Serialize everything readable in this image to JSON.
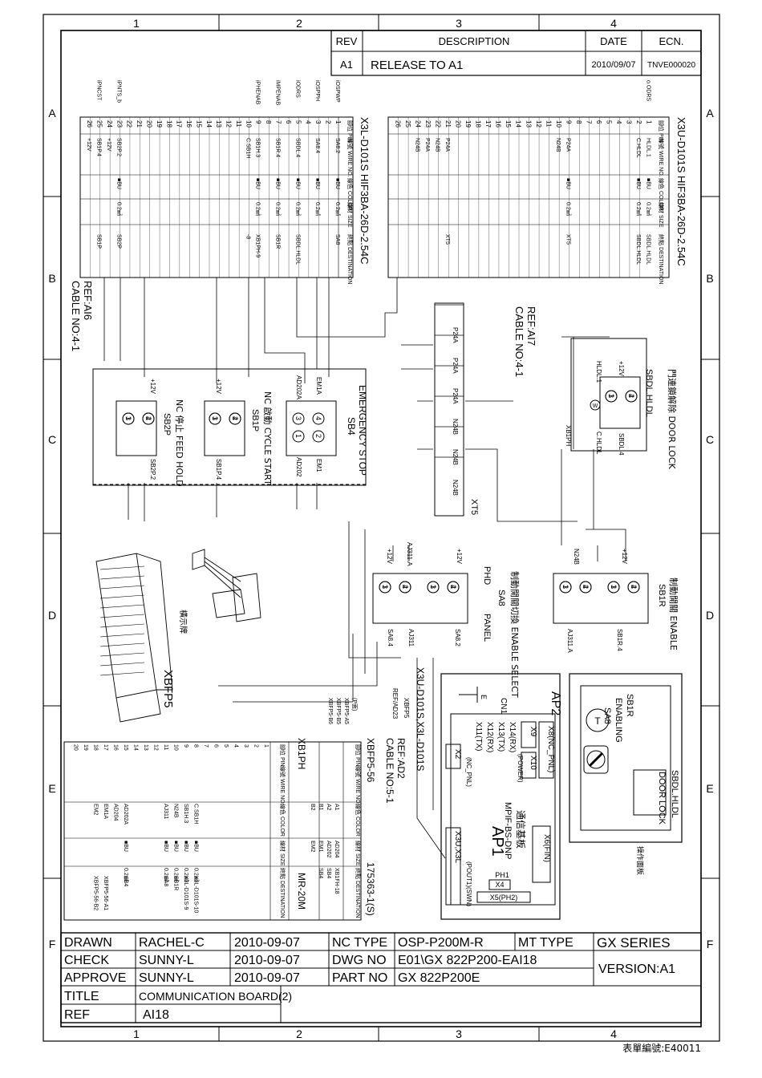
{
  "grid": {
    "cols": [
      "1",
      "2",
      "3",
      "4"
    ],
    "rows": [
      "A",
      "B",
      "C",
      "D",
      "E",
      "F"
    ]
  },
  "revision": {
    "headers": {
      "rev": "REV",
      "description": "DESCRIPTION",
      "date": "DATE",
      "ecn": "ECN."
    },
    "row": {
      "rev": "A1",
      "description": "RELEASE TO A1",
      "date": "2010/09/07",
      "ecn": "TNVE000020"
    }
  },
  "connector_left": {
    "title": "X3L-D101S   HIF3BA-26D-2.54C",
    "headers": [
      "腳位 PIN",
      "線號 WIRE NO.",
      "線色 COLOR",
      "線材 SIZE",
      "終點 DESTINATION"
    ],
    "pins": [
      "1",
      "2",
      "3",
      "4",
      "5",
      "6",
      "7",
      "8",
      "9",
      "10",
      "11",
      "12",
      "13",
      "14",
      "15",
      "16",
      "17",
      "18",
      "19",
      "20",
      "21",
      "22",
      "23",
      "24",
      "25",
      "26"
    ],
    "signals": [
      {
        "pin": "1",
        "name": "iOSPWP",
        "wire": "SA8.2",
        "color": "■BU",
        "size": "0.2㎟",
        "dest": "SA8"
      },
      {
        "pin": "3",
        "name": "iOSPPH",
        "wire": "SA8.4",
        "color": "■BU",
        "size": "0.2㎟",
        "dest": ""
      },
      {
        "pin": "5",
        "name": "iODRS",
        "wire": "SBDL.4",
        "color": "■BU",
        "size": "0.2㎟",
        "dest": "SBDL.HLDL"
      },
      {
        "pin": "7",
        "name": "iMPENAB",
        "wire": "SB1R.4",
        "color": "■BU",
        "size": "0.2㎟",
        "dest": "SB1R"
      },
      {
        "pin": "9",
        "name": "iPHENAB",
        "wire": "SB1H.3",
        "color": "■BU",
        "size": "0.2㎟",
        "dest": "XB1PH-9"
      },
      {
        "pin": "10",
        "name": "",
        "wire": "C.SB1H",
        "color": "",
        "size": "",
        "dest": "-8"
      },
      {
        "pin": "23",
        "name": "iPNTS_b",
        "wire": "SB2P.2",
        "color": "■BU",
        "size": "0.2㎟",
        "dest": "SB2P"
      },
      {
        "pin": "24",
        "name": "",
        "wire": "+12V",
        "color": "",
        "size": "",
        "dest": ""
      },
      {
        "pin": "25",
        "name": "iPNCST",
        "wire": "SB1P.4",
        "color": "",
        "size": "",
        "dest": "SB1P"
      },
      {
        "pin": "26",
        "name": "",
        "wire": "+12V",
        "color": "",
        "size": "",
        "dest": ""
      }
    ],
    "ref": "REF:AI6",
    "cable": "CABLE NO:4-1"
  },
  "connector_right": {
    "title": "X3U-D101S   HIF3BA-26D-2.54C",
    "headers": [
      "腳位 PIN",
      "線號 WIRE NO.",
      "線色 COLOR",
      "線材 SIZE",
      "終點 DESTINATION"
    ],
    "pins": [
      "1",
      "2",
      "3",
      "4",
      "5",
      "6",
      "7",
      "8",
      "9",
      "10",
      "11",
      "12",
      "13",
      "14",
      "15",
      "16",
      "17",
      "18",
      "19",
      "20",
      "21",
      "22",
      "23",
      "24",
      "25",
      "26"
    ],
    "signals": [
      {
        "pin": "1",
        "name": "o.ODRS",
        "wire": "HLDL.1",
        "color": "■BU",
        "size": "0.2㎟",
        "dest": "SBDL.HLDL"
      },
      {
        "pin": "2",
        "name": "",
        "wire": "C.HLDL",
        "color": "■BU",
        "size": "0.2㎟",
        "dest": "SBDL.HLDL"
      },
      {
        "pin": "9",
        "name": "",
        "wire": "P24A",
        "color": "■BU",
        "size": "0.2㎟",
        "dest": "XT5"
      },
      {
        "pin": "10",
        "name": "",
        "wire": "N24B",
        "color": "",
        "size": "",
        "dest": ""
      },
      {
        "pin": "21",
        "name": "",
        "wire": "P24A",
        "color": "",
        "size": "",
        "dest": "XT5"
      },
      {
        "pin": "22",
        "name": "",
        "wire": "N24B",
        "color": "",
        "size": "",
        "dest": ""
      },
      {
        "pin": "23",
        "name": "",
        "wire": "P24A",
        "color": "",
        "size": "",
        "dest": ""
      },
      {
        "pin": "24",
        "name": "",
        "wire": "N24B",
        "color": "",
        "size": "",
        "dest": ""
      }
    ]
  },
  "xt5": {
    "label": "XT5",
    "ref": "REF:AI7",
    "cable": "CABLE NO:4-1",
    "terminals": [
      "P24A",
      "P24A",
      "P24A",
      "N24B",
      "N24B",
      "N24B"
    ]
  },
  "switches": {
    "emergency": {
      "title": "EMERGENCY STOP",
      "tag": "SB4",
      "left_top": "EM1A",
      "left_bot": "AD202A",
      "right_top": "EM1",
      "right_bot": "AD202"
    },
    "cycle_start": {
      "title": "NC 啟動 CYCLE START",
      "tag": "SB1P",
      "left": "+12V",
      "right": "SB1P.4"
    },
    "feed_hold": {
      "title": "NC 停止 FEED HOLD",
      "tag": "SB2P",
      "left": "+12V",
      "right": "SB2P.2"
    },
    "door_lock": {
      "title": "門連鎖解除 DOOR LOCK",
      "tag": "SBDL.HLDL",
      "top": "+12V",
      "left": "HLDL.1",
      "bottom": "C.HLDL",
      "right": "SBDL.4"
    },
    "enable_select": {
      "title": "制動開關切換 ENABLE SELECT",
      "tag": "SA8",
      "phd": "PHD",
      "panel": "PANEL",
      "left": "+12V",
      "aj": "AJ311.A",
      "r1": "SA8.2",
      "r2": "SA8.4",
      "r3": "AJ311"
    },
    "enable": {
      "title": "制動開關 ENABLE",
      "tag": "SB1R",
      "left": "+12V",
      "n24": "N24B",
      "r1": "SB1R.4",
      "r2": "AJ311.A"
    },
    "wire_xb1ph": "XB1PH"
  },
  "contacts": {
    "c1": "1",
    "c2": "2",
    "c3": "3",
    "c4": "4"
  },
  "xbfp5_label": "XBFP5",
  "plug_label": "橫示牌",
  "xbfp5_table": {
    "title": "XBFP5-56",
    "part": "175363-1(S)",
    "headers": [
      "腳位 PIN",
      "線號 WIRE NO.",
      "線色 COLOR",
      "線材 SIZE",
      "終點 DESTINATION"
    ],
    "rows": [
      {
        "pin": "A1",
        "wire": "AD204",
        "color": "",
        "size": "",
        "dest": "XB1FH-18"
      },
      {
        "pin": "A2",
        "wire": "AD202",
        "color": "",
        "size": "",
        "dest": "SB4"
      },
      {
        "pin": "B1",
        "wire": "EM1",
        "color": "",
        "size": "",
        "dest": "SB4"
      },
      {
        "pin": "B2",
        "wire": "EM2",
        "color": "",
        "size": "",
        "dest": ""
      }
    ],
    "side_labels": [
      "(P面)",
      "XBFP5-A5",
      "XBFP5-B5",
      "XBFP5-B6"
    ]
  },
  "xb1ph_table": {
    "title": "XB1PH",
    "part": "MR-20M",
    "pins": [
      "1",
      "2",
      "3",
      "4",
      "5",
      "6",
      "7",
      "8",
      "9",
      "10",
      "11",
      "12",
      "13",
      "14",
      "15",
      "16",
      "17",
      "18",
      "19",
      "20"
    ],
    "rows": [
      {
        "pin": "8",
        "wire": "C.SB1H",
        "color": "■BU",
        "size": "0.2㎟",
        "dest": "X3L-D101S-10"
      },
      {
        "pin": "9",
        "wire": "SB1H.3",
        "color": "■BU",
        "size": "0.2㎟",
        "dest": "X3L-D101S-9"
      },
      {
        "pin": "10",
        "wire": "N24B",
        "color": "■BU",
        "size": "0.2㎟",
        "dest": "SB1R"
      },
      {
        "pin": "11",
        "wire": "AJ311",
        "color": "■BU",
        "size": "0.2㎟",
        "dest": "SA8"
      },
      {
        "pin": "15",
        "wire": "AD202A",
        "color": "■BU",
        "size": "0.2㎟",
        "dest": "SB4"
      },
      {
        "pin": "16",
        "wire": "AD204",
        "color": "",
        "size": "",
        "dest": ""
      },
      {
        "pin": "17",
        "wire": "EM1A",
        "color": "",
        "size": "",
        "dest": "XBFP5-56-A1"
      },
      {
        "pin": "18",
        "wire": "EM2",
        "color": "",
        "size": "",
        "dest": "XBFP5-56-B2"
      }
    ]
  },
  "board": {
    "ref": "REF:AD2",
    "cable": "CABLE NO:5-1",
    "connector_caption": "X3U-D101S,X3L-D101S",
    "ref_lines": [
      "XBFP5",
      "REF/AD23"
    ],
    "ap2": "AP2",
    "cn1": "CN1",
    "ground": "E",
    "x8": "X8(NC_PNL)",
    "x9": "X9",
    "x10": "X10",
    "power": "(POWER)",
    "x14": "X14(RX)",
    "x13": "X13(TX)",
    "x12": "X12(RX)",
    "x11": "X11(TX)",
    "x2": "X2",
    "nc_pnl": "(NC_PNL)",
    "mpif": "MPIF-BS-DNP",
    "cn_name": "通信基板",
    "ap1": "AP1",
    "x6": "X6(FIN)",
    "ph1": "PH1",
    "x4": "X4",
    "x5": "X5(PH2)",
    "x3": "X3U,X3L",
    "pout": "(POUT1)(SWN)"
  },
  "panel": {
    "sb1r": "SB1R",
    "enabling": "ENABLING",
    "sa8": "SA8",
    "sbdl": "SBDL.HLDL",
    "door": "DOOR LOCK",
    "side": "操作面板"
  },
  "title_block": {
    "drawn_label": "DRAWN",
    "drawn": "RACHEL-C",
    "drawn_date": "2010-09-07",
    "check_label": "CHECK",
    "check": "SUNNY-L",
    "check_date": "2010-09-07",
    "approve_label": "APPROVE",
    "approve": "SUNNY-L",
    "approve_date": "2010-09-07",
    "nc_type_label": "NC TYPE",
    "nc_type": "OSP-P200M-R",
    "mt_type_label": "MT TYPE",
    "mt_type": "GX SERIES",
    "dwg_label": "DWG NO",
    "dwg": "E01\\GX 822P200-EAI18",
    "part_label": "PART NO",
    "part": "GX 822P200E",
    "version": "VERSION:A1",
    "title_label": "TITLE",
    "title": "COMMUNICATION BOARD(2)",
    "ref_label": "REF",
    "ref": "AI18"
  },
  "form_no": "表單編號:E40011"
}
